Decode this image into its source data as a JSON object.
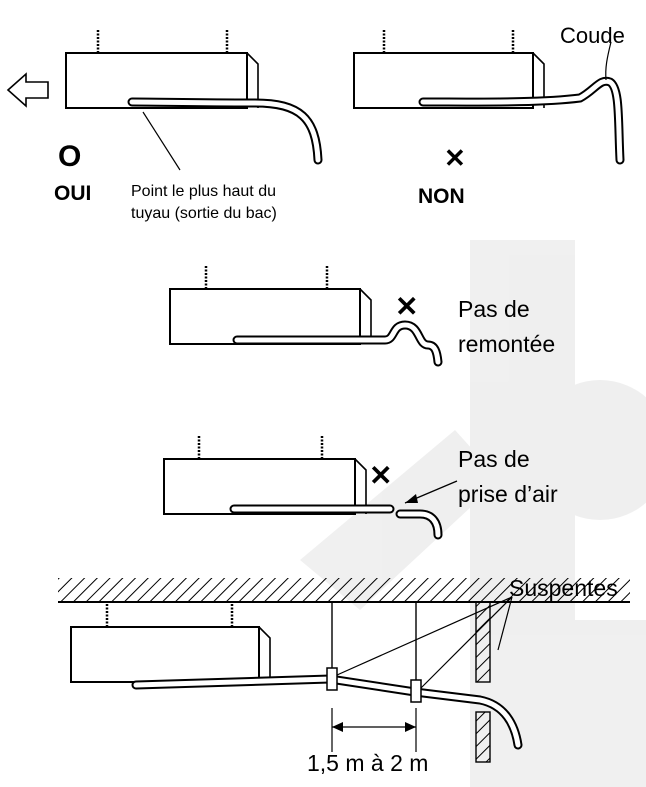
{
  "colors": {
    "ink": "#000000",
    "paper": "#ffffff",
    "watermark": "#8a8a8a"
  },
  "panel_yes": {
    "symbol": "O",
    "verdict": "OUI",
    "note_line1": "Point le plus haut du",
    "note_line2": "tuyau (sortie du bac)",
    "arrow_icon": "left-arrow-outline"
  },
  "panel_no": {
    "symbol": "✕",
    "verdict": "NON",
    "callout": "Coude"
  },
  "panel_rise": {
    "symbol": "✕",
    "line1": "Pas de",
    "line2": "remontée"
  },
  "panel_air": {
    "symbol": "✕",
    "line1": "Pas de",
    "line2": "prise d’air"
  },
  "panel_hangers": {
    "callout": "Suspentes",
    "spacing": "1,5 m à 2 m"
  }
}
